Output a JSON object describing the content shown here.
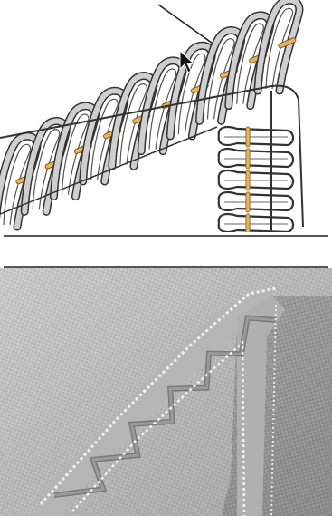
{
  "figure": {
    "panels": [
      {
        "name": "overlock-stitch-diagram",
        "type": "illustration",
        "thread_colors": {
          "looper_thread": "#cfcfcf",
          "outline": "#333333",
          "needle_thread": "#e8b25a"
        }
      },
      {
        "name": "overlock-seam-photo",
        "type": "photograph",
        "colors": {
          "fabric": "#c9c9c9",
          "stitch": "#f2f2f2",
          "shadow": "#7a7a7a"
        }
      }
    ]
  },
  "cursor": {
    "icon": "arrow-cursor-icon"
  }
}
